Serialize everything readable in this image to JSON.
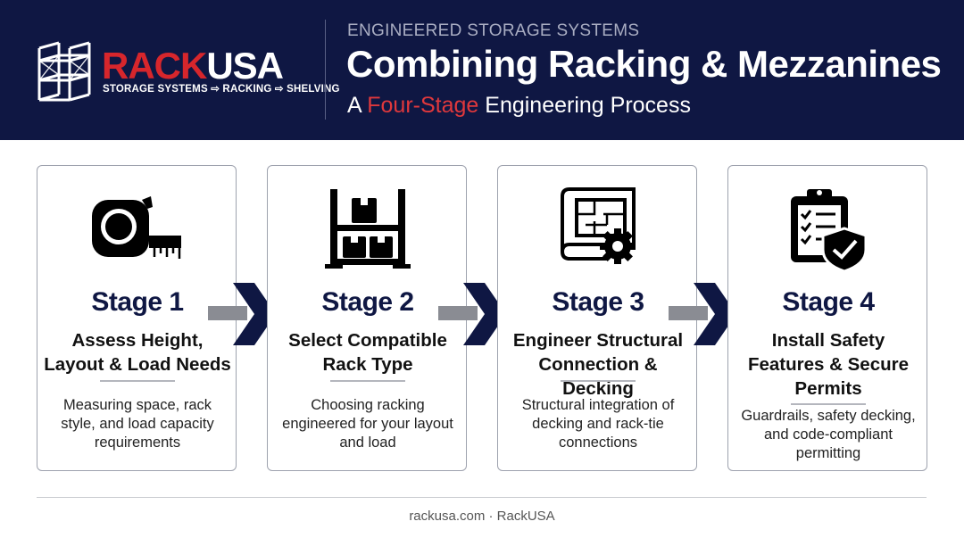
{
  "header": {
    "logo": {
      "brand_red": "RACK",
      "brand_white": "USA",
      "tagline": "STORAGE SYSTEMS ⇨ RACKING ⇨ SHELVING",
      "icon": "rack-icon"
    },
    "eyebrow": "ENGINEERED STORAGE SYSTEMS",
    "title": "Combining Racking & Mezzanines",
    "subtitle_pre": "A",
    "subtitle_highlight": "Four-Stage",
    "subtitle_post": "Engineering Process"
  },
  "stages": [
    {
      "stage": "Stage 1",
      "heading": "Assess Height, Layout & Load Needs",
      "description": "Measuring space, rack style, and load capacity requirements",
      "icon": "tape-measure-icon"
    },
    {
      "stage": "Stage 2",
      "heading": "Select Compatible Rack Type",
      "description": "Choosing racking engineered for your layout and load",
      "icon": "rack-boxes-icon"
    },
    {
      "stage": "Stage 3",
      "heading": "Engineer Structural Connection & Decking",
      "description": "Structural integration of decking and rack-tie connections",
      "icon": "blueprint-gear-icon"
    },
    {
      "stage": "Stage 4",
      "heading": "Install Safety Features & Secure Permits",
      "description": "Guardrails, safety decking, and code-compliant permitting",
      "icon": "clipboard-shield-icon"
    }
  ],
  "footer": "rackusa.com · RackUSA",
  "colors": {
    "navy": "#0f1743",
    "red": "#d7262c",
    "arrow_gray": "#8a8c93"
  }
}
